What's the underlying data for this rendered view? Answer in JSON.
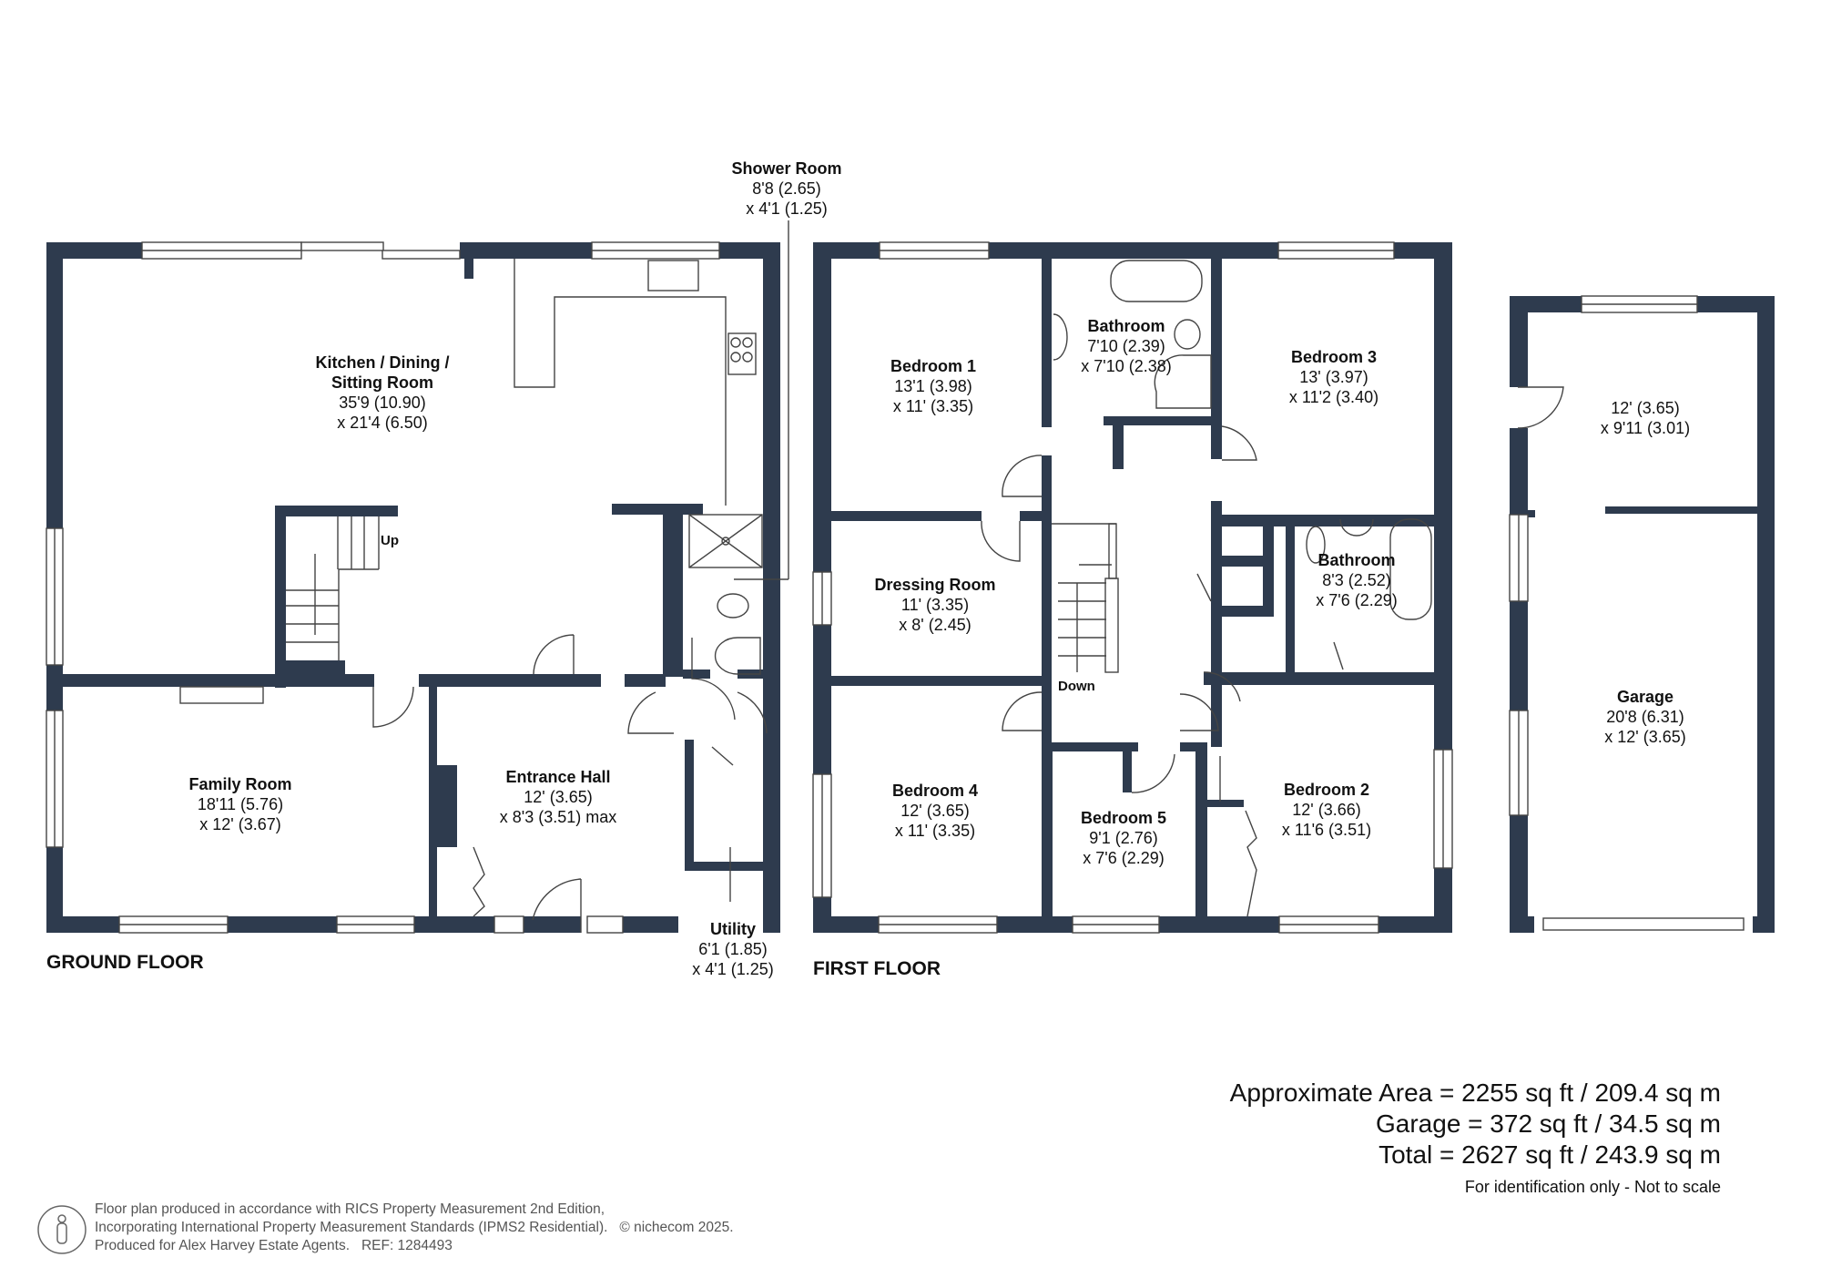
{
  "colors": {
    "wall": "#2e3b4e",
    "background": "#ffffff",
    "text": "#111111",
    "footer_text": "#555555"
  },
  "floors": {
    "ground": {
      "title": "GROUND FLOOR",
      "stairs_label": "Up",
      "rooms": [
        {
          "name": "Kitchen / Dining / Sitting Room",
          "name_line1": "Kitchen / Dining /",
          "name_line2": "Sitting Room",
          "dim1": "35'9 (10.90)",
          "dim2": "x 21'4 (6.50)"
        },
        {
          "name": "Family Room",
          "dim1": "18'11 (5.76)",
          "dim2": "x 12' (3.67)"
        },
        {
          "name": "Entrance Hall",
          "dim1": "12' (3.65)",
          "dim2": "x 8'3 (3.51) max"
        },
        {
          "name": "Shower Room",
          "dim1": "8'8 (2.65)",
          "dim2": "x 4'1 (1.25)"
        },
        {
          "name": "Utility",
          "dim1": "6'1 (1.85)",
          "dim2": "x 4'1 (1.25)"
        }
      ]
    },
    "first": {
      "title": "FIRST FLOOR",
      "stairs_label": "Down",
      "rooms": [
        {
          "name": "Bedroom 1",
          "dim1": "13'1 (3.98)",
          "dim2": "x 11' (3.35)"
        },
        {
          "name": "Bathroom",
          "dim1": "7'10 (2.39)",
          "dim2": "x 7'10 (2.38)"
        },
        {
          "name": "Bedroom 3",
          "dim1": "13' (3.97)",
          "dim2": "x 11'2 (3.40)"
        },
        {
          "name": "Dressing Room",
          "dim1": "11' (3.35)",
          "dim2": "x 8' (2.45)"
        },
        {
          "name": "Bathroom",
          "dim1": "8'3 (2.52)",
          "dim2": "x 7'6 (2.29)"
        },
        {
          "name": "Bedroom 4",
          "dim1": "12' (3.65)",
          "dim2": "x 11' (3.35)"
        },
        {
          "name": "Bedroom 5",
          "dim1": "9'1 (2.76)",
          "dim2": "x 7'6 (2.29)"
        },
        {
          "name": "Bedroom 2",
          "dim1": "12' (3.66)",
          "dim2": "x 11'6 (3.51)"
        }
      ]
    },
    "garage": {
      "rooms": [
        {
          "name": "",
          "dim1": "12' (3.65)",
          "dim2": "x 9'11 (3.01)"
        },
        {
          "name": "Garage",
          "dim1": "20'8 (6.31)",
          "dim2": "x 12' (3.65)"
        }
      ]
    }
  },
  "areas": {
    "approximate": "Approximate Area = 2255 sq ft / 209.4 sq m",
    "garage": "Garage = 372 sq ft / 34.5 sq m",
    "total": "Total = 2627 sq ft / 243.9 sq m",
    "note": "For identification only - Not to scale"
  },
  "footer": {
    "icon": "person-info-icon",
    "line1": "Floor plan produced in accordance with RICS Property Measurement 2nd Edition,",
    "line2": "Incorporating International Property Measurement Standards (IPMS2 Residential).",
    "copyright": "© nichecom 2025.",
    "line3": "Produced for Alex Harvey Estate Agents.",
    "ref": "REF: 1284493"
  }
}
